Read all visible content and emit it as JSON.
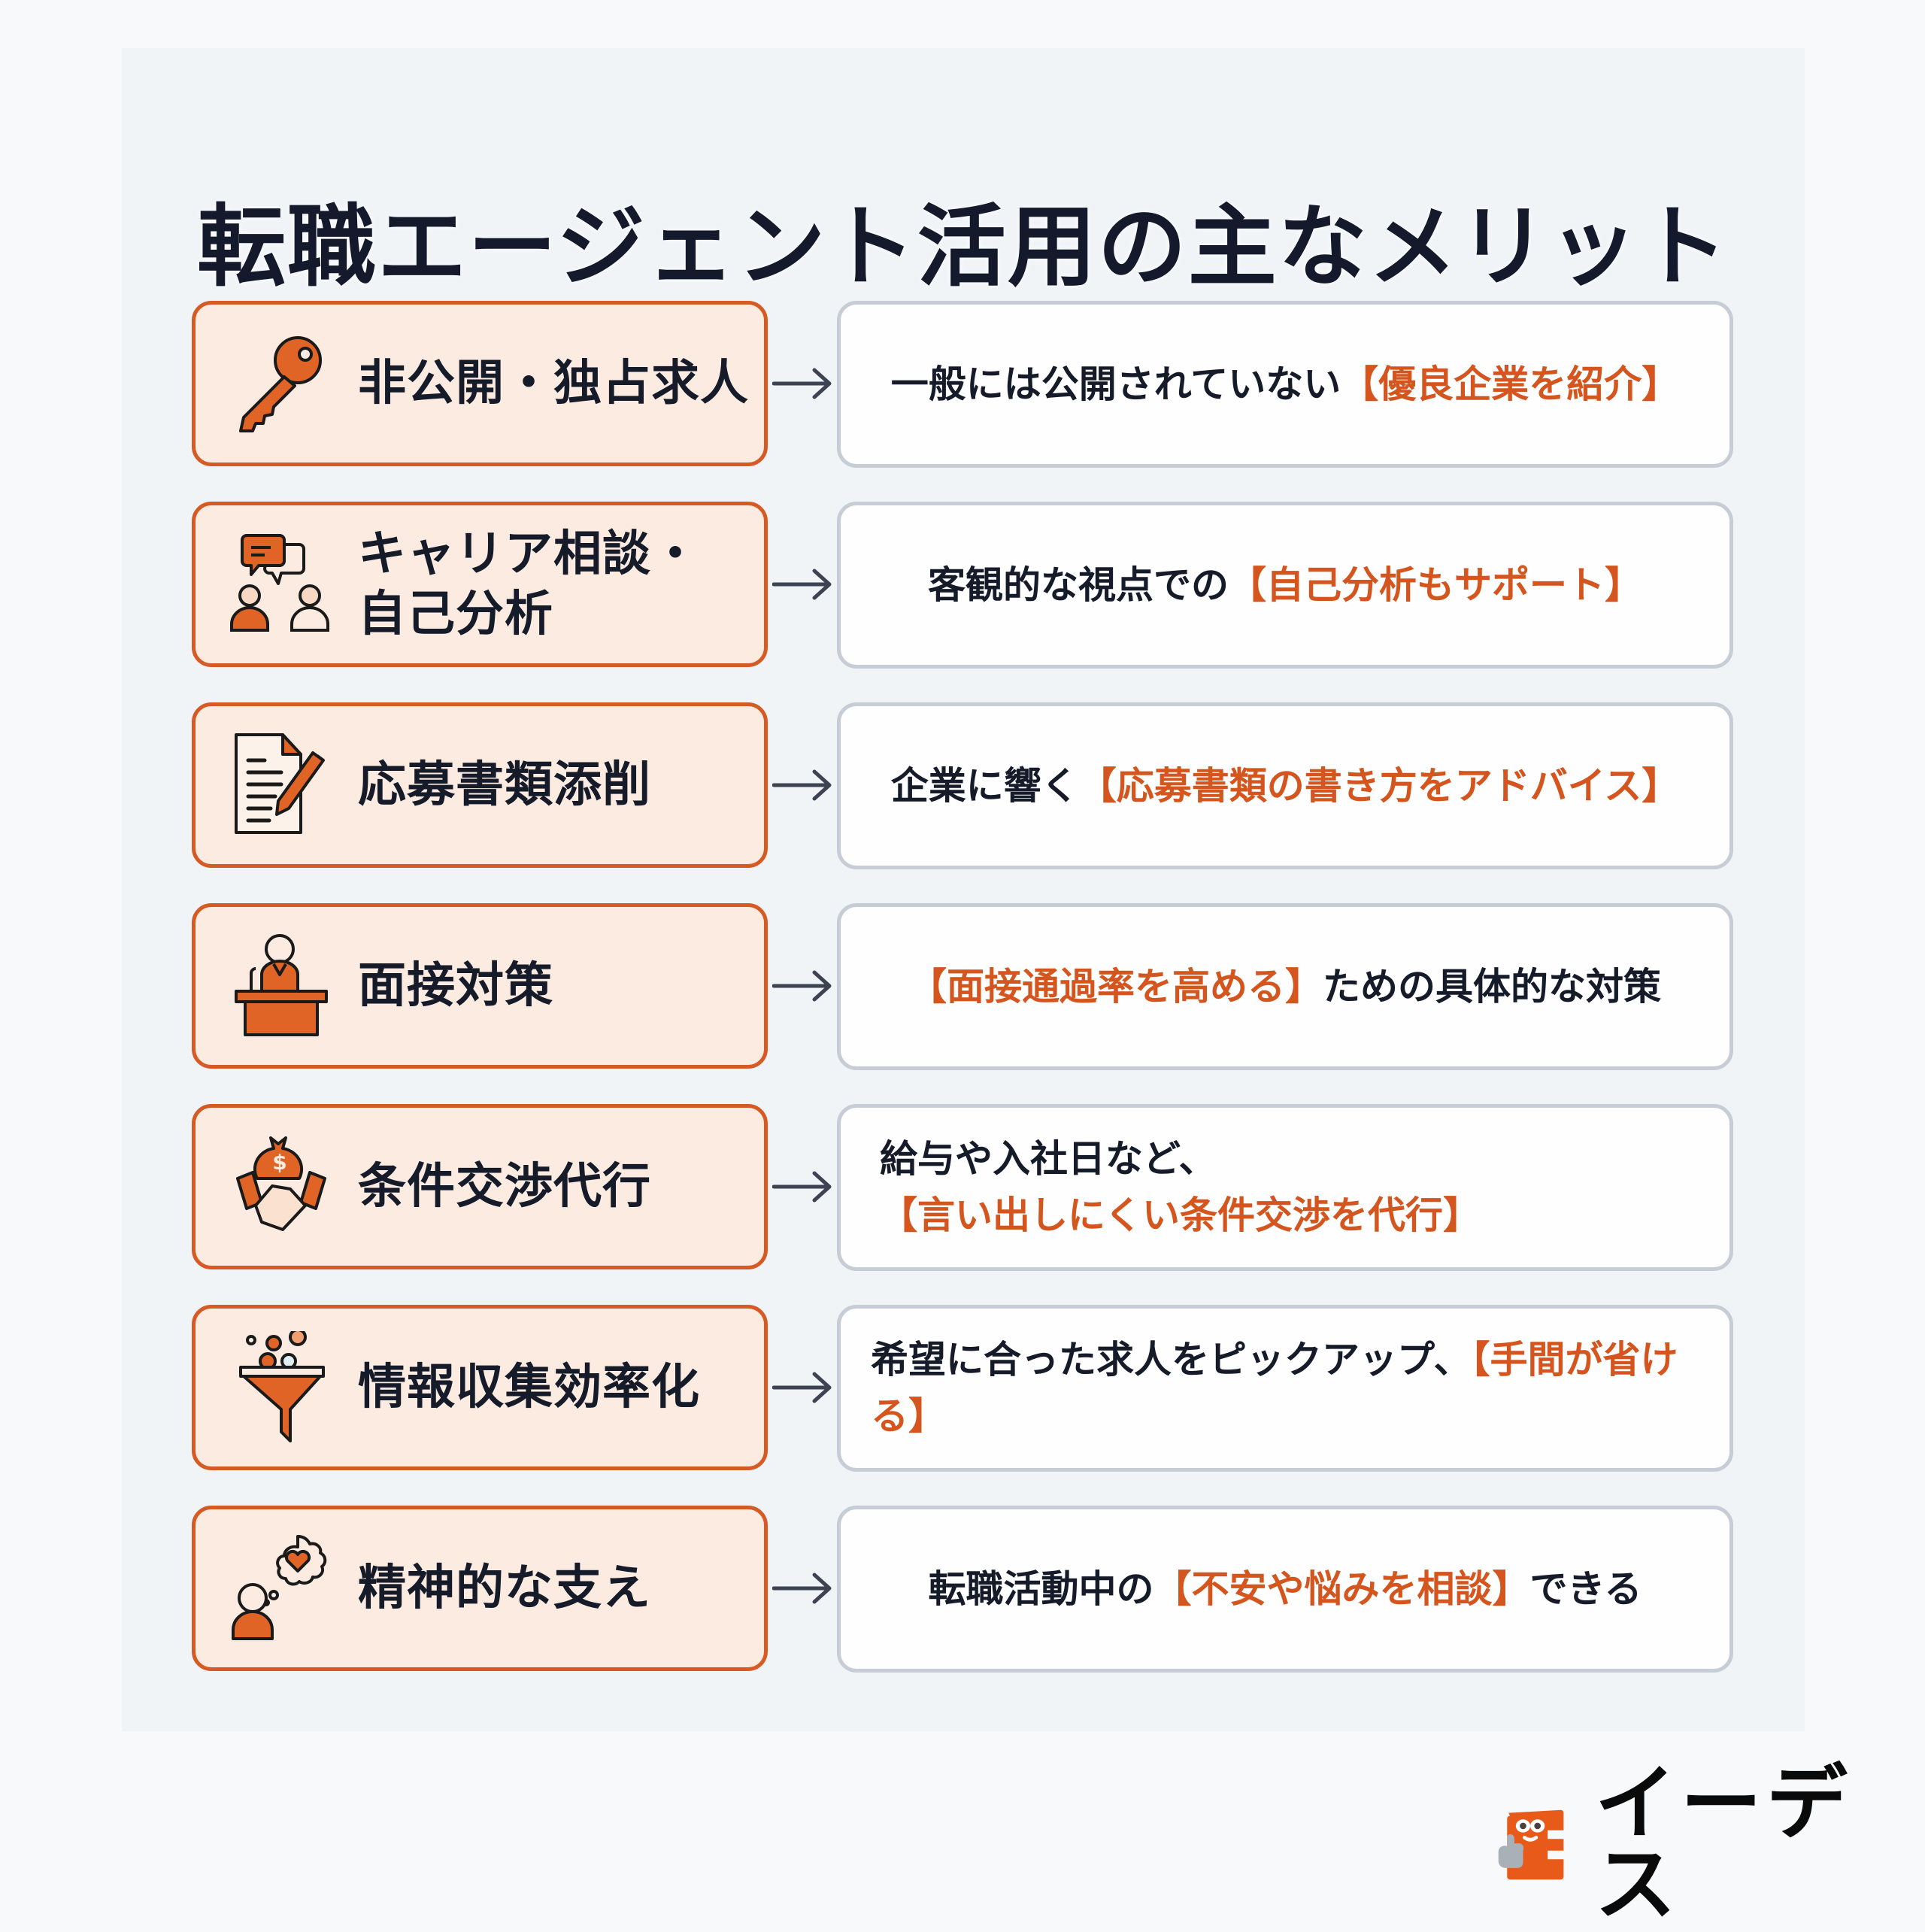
{
  "title": "転職エージェント活用の主なメリット",
  "colors": {
    "accent": "#d65a23",
    "highlight_text": "#d4551e",
    "left_box_bg": "#fcebe0",
    "right_box_border": "#c6cdd6",
    "text": "#161b2a"
  },
  "rows": [
    {
      "icon": "key-icon",
      "label": "非公開・独占求人",
      "desc_before": "一般には公開されていない",
      "desc_highlight": "【優良企業を紹介】",
      "desc_after": ""
    },
    {
      "icon": "career-consultation-icon",
      "label": "キャリア相談・\n自己分析",
      "desc_before": "客観的な視点での",
      "desc_highlight": "【自己分析もサポート】",
      "desc_after": ""
    },
    {
      "icon": "document-edit-icon",
      "label": "応募書類添削",
      "desc_before": "企業に響く",
      "desc_highlight": "【応募書類の書き方をアドバイス】",
      "desc_after": ""
    },
    {
      "icon": "interview-podium-icon",
      "label": "面接対策",
      "desc_before": "",
      "desc_highlight": "【面接通過率を高める】",
      "desc_after": "ための具体的な対策"
    },
    {
      "icon": "money-handshake-icon",
      "label": "条件交渉代行",
      "desc_before": "給与や入社日など、",
      "desc_highlight": "【言い出しにくい条件交渉を代行】",
      "desc_after": ""
    },
    {
      "icon": "funnel-icon",
      "label": "情報収集効率化",
      "desc_before": "希望に合った求人をピックアップ、",
      "desc_highlight": "【手間が省ける】",
      "desc_after": ""
    },
    {
      "icon": "emotional-support-icon",
      "label": "精神的な支え",
      "desc_before": "転職活動中の",
      "desc_highlight": "【不安や悩みを相談】",
      "desc_after": "できる"
    }
  ],
  "logo": {
    "icon": "edes-mascot-logo-icon",
    "text": "イーデス"
  }
}
